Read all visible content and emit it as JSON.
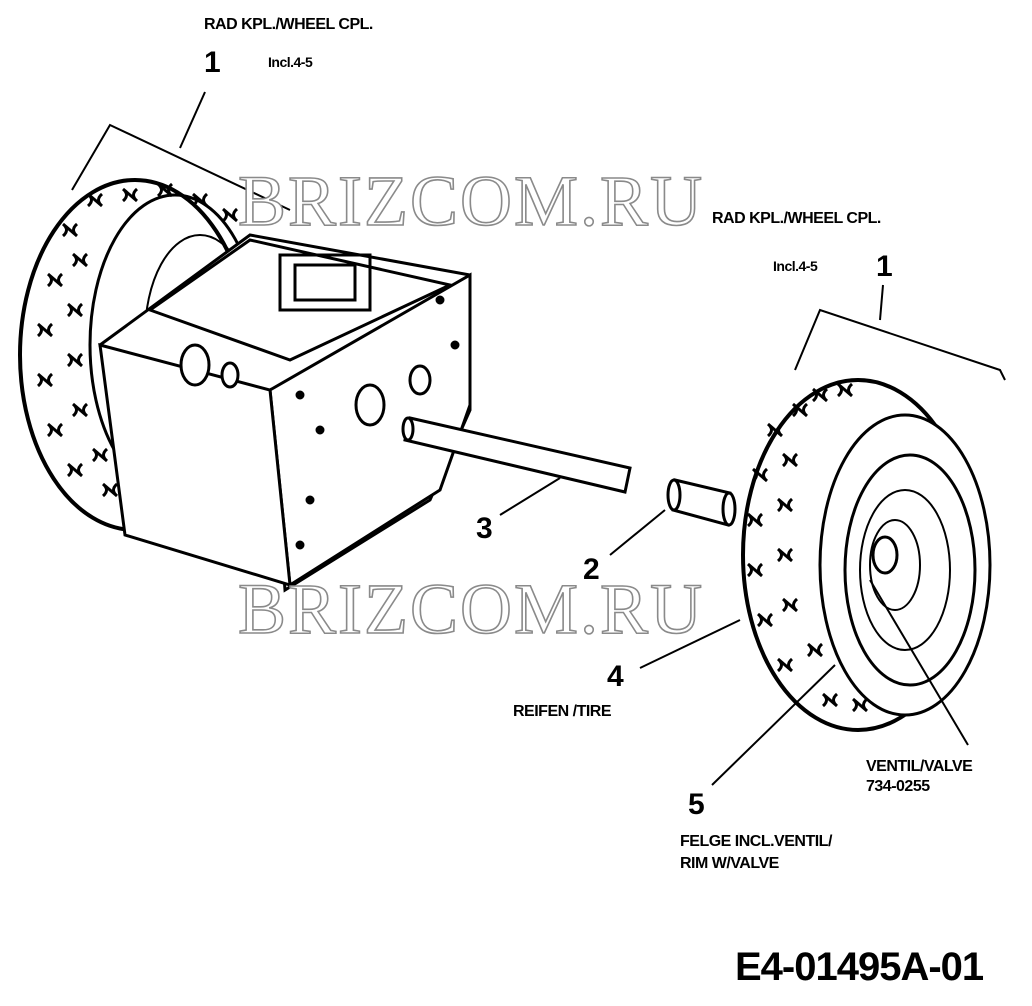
{
  "parts": [
    {
      "number": "1",
      "label": "RAD KPL./WHEEL CPL.",
      "note": "Incl.4-5"
    },
    {
      "number": "1",
      "label": "RAD KPL./WHEEL CPL.",
      "note": "Incl.4-5"
    },
    {
      "number": "2"
    },
    {
      "number": "3"
    },
    {
      "number": "4",
      "label": "REIFEN /TIRE"
    },
    {
      "number": "5",
      "label_line1": "FELGE INCL.VENTIL/",
      "label_line2": "RIM W/VALVE"
    }
  ],
  "valve": {
    "label": "VENTIL/VALVE",
    "part_no": "734-0255"
  },
  "watermark": "BRIZCOM.RU",
  "drawing_code": "E4-01495A-01"
}
